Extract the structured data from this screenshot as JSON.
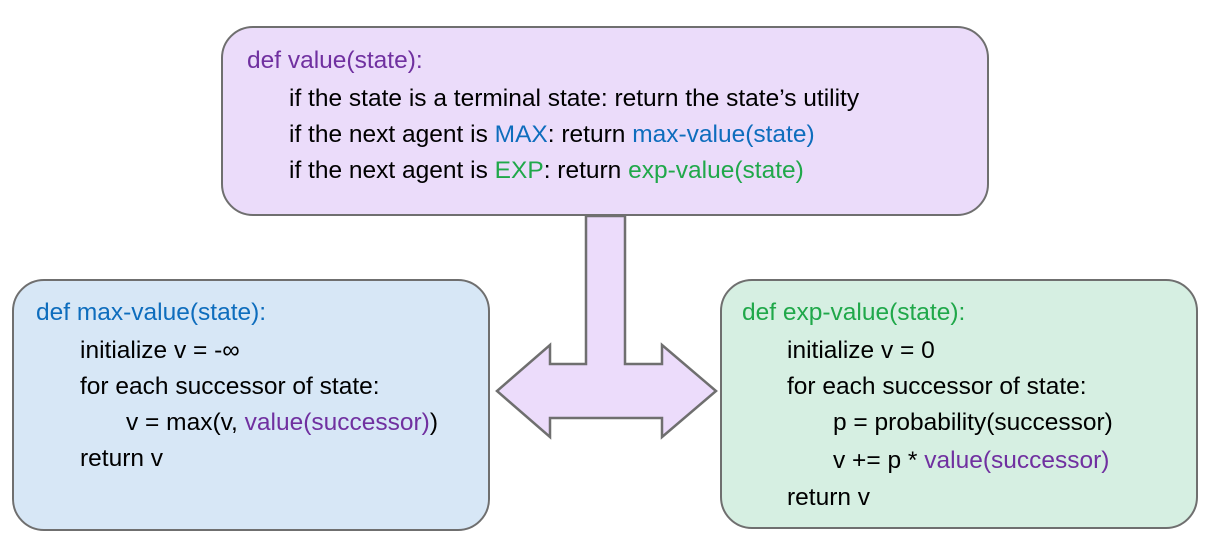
{
  "colors": {
    "purple": "#7030a0",
    "blue": "#0e6dbd",
    "green": "#20a84a",
    "value_box_fill": "#ebdcfa",
    "max_box_fill": "#d7e7f6",
    "exp_box_fill": "#d6efe2",
    "arrow_fill": "#ecdcfb",
    "border": "#6f6f6f"
  },
  "value_box": {
    "header": "def value(state):",
    "line1": "if the state is a terminal state: return the state’s utility",
    "line2_pre": "if the next agent is ",
    "line2_agent": "MAX",
    "line2_mid": ": return ",
    "line2_call": "max-value(state)",
    "line3_pre": "if the next agent is ",
    "line3_agent": "EXP",
    "line3_mid": ": return ",
    "line3_call": "exp-value(state)"
  },
  "max_box": {
    "header": "def max-value(state):",
    "line1": "initialize v = -∞",
    "line2": "for each successor of state:",
    "line3_pre": "v = max(v, ",
    "line3_call": "value(successor)",
    "line3_post": ")",
    "line4": "return v"
  },
  "exp_box": {
    "header": "def exp-value(state):",
    "line1": "initialize v = 0",
    "line2": "for each successor of state:",
    "line3": "p = probability(successor)",
    "line4_pre": "v += p * ",
    "line4_call": "value(successor)",
    "line5": "return v"
  }
}
